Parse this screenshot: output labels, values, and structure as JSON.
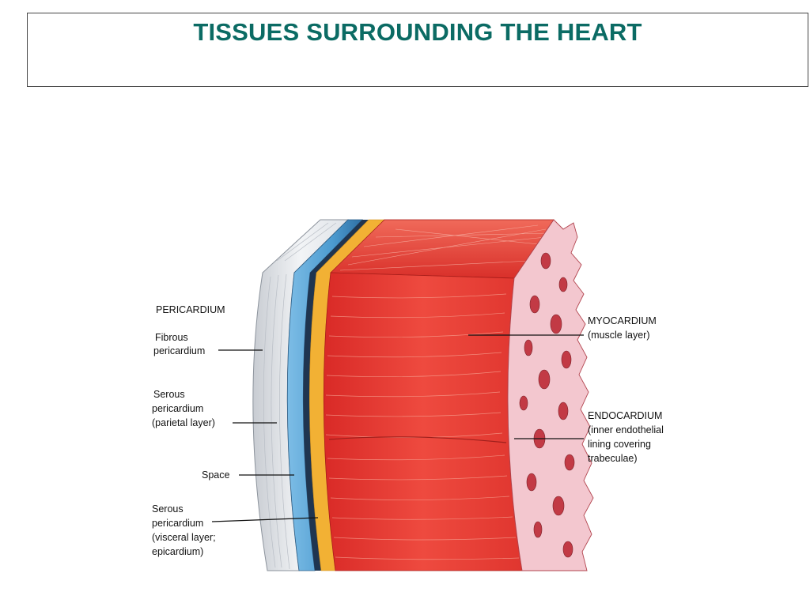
{
  "slide": {
    "title": "TISSUES SURROUNDING THE HEART",
    "title_color": "#0b6b64"
  },
  "diagram": {
    "left_labels": {
      "pericardium_heading": "PERICARDIUM",
      "fibrous": [
        "Fibrous",
        "pericardium"
      ],
      "serous_parietal": [
        "Serous",
        "pericardium",
        "(parietal layer)"
      ],
      "space": "Space",
      "serous_visceral": [
        "Serous",
        "pericardium",
        "(visceral layer;",
        "epicardium)"
      ]
    },
    "right_labels": {
      "myocardium": [
        "MYOCARDIUM",
        "(muscle layer)"
      ],
      "endocardium": [
        "ENDOCARDIUM",
        "(inner endothelial",
        "lining covering",
        "trabeculae)"
      ]
    },
    "colors": {
      "fibrous": "#e4e8ec",
      "parietal": "#5aa6d6",
      "space": "#1f3550",
      "epicardium": "#f2b134",
      "myocardium": "#e53a34",
      "endocardium": "#f3c7cf"
    }
  }
}
